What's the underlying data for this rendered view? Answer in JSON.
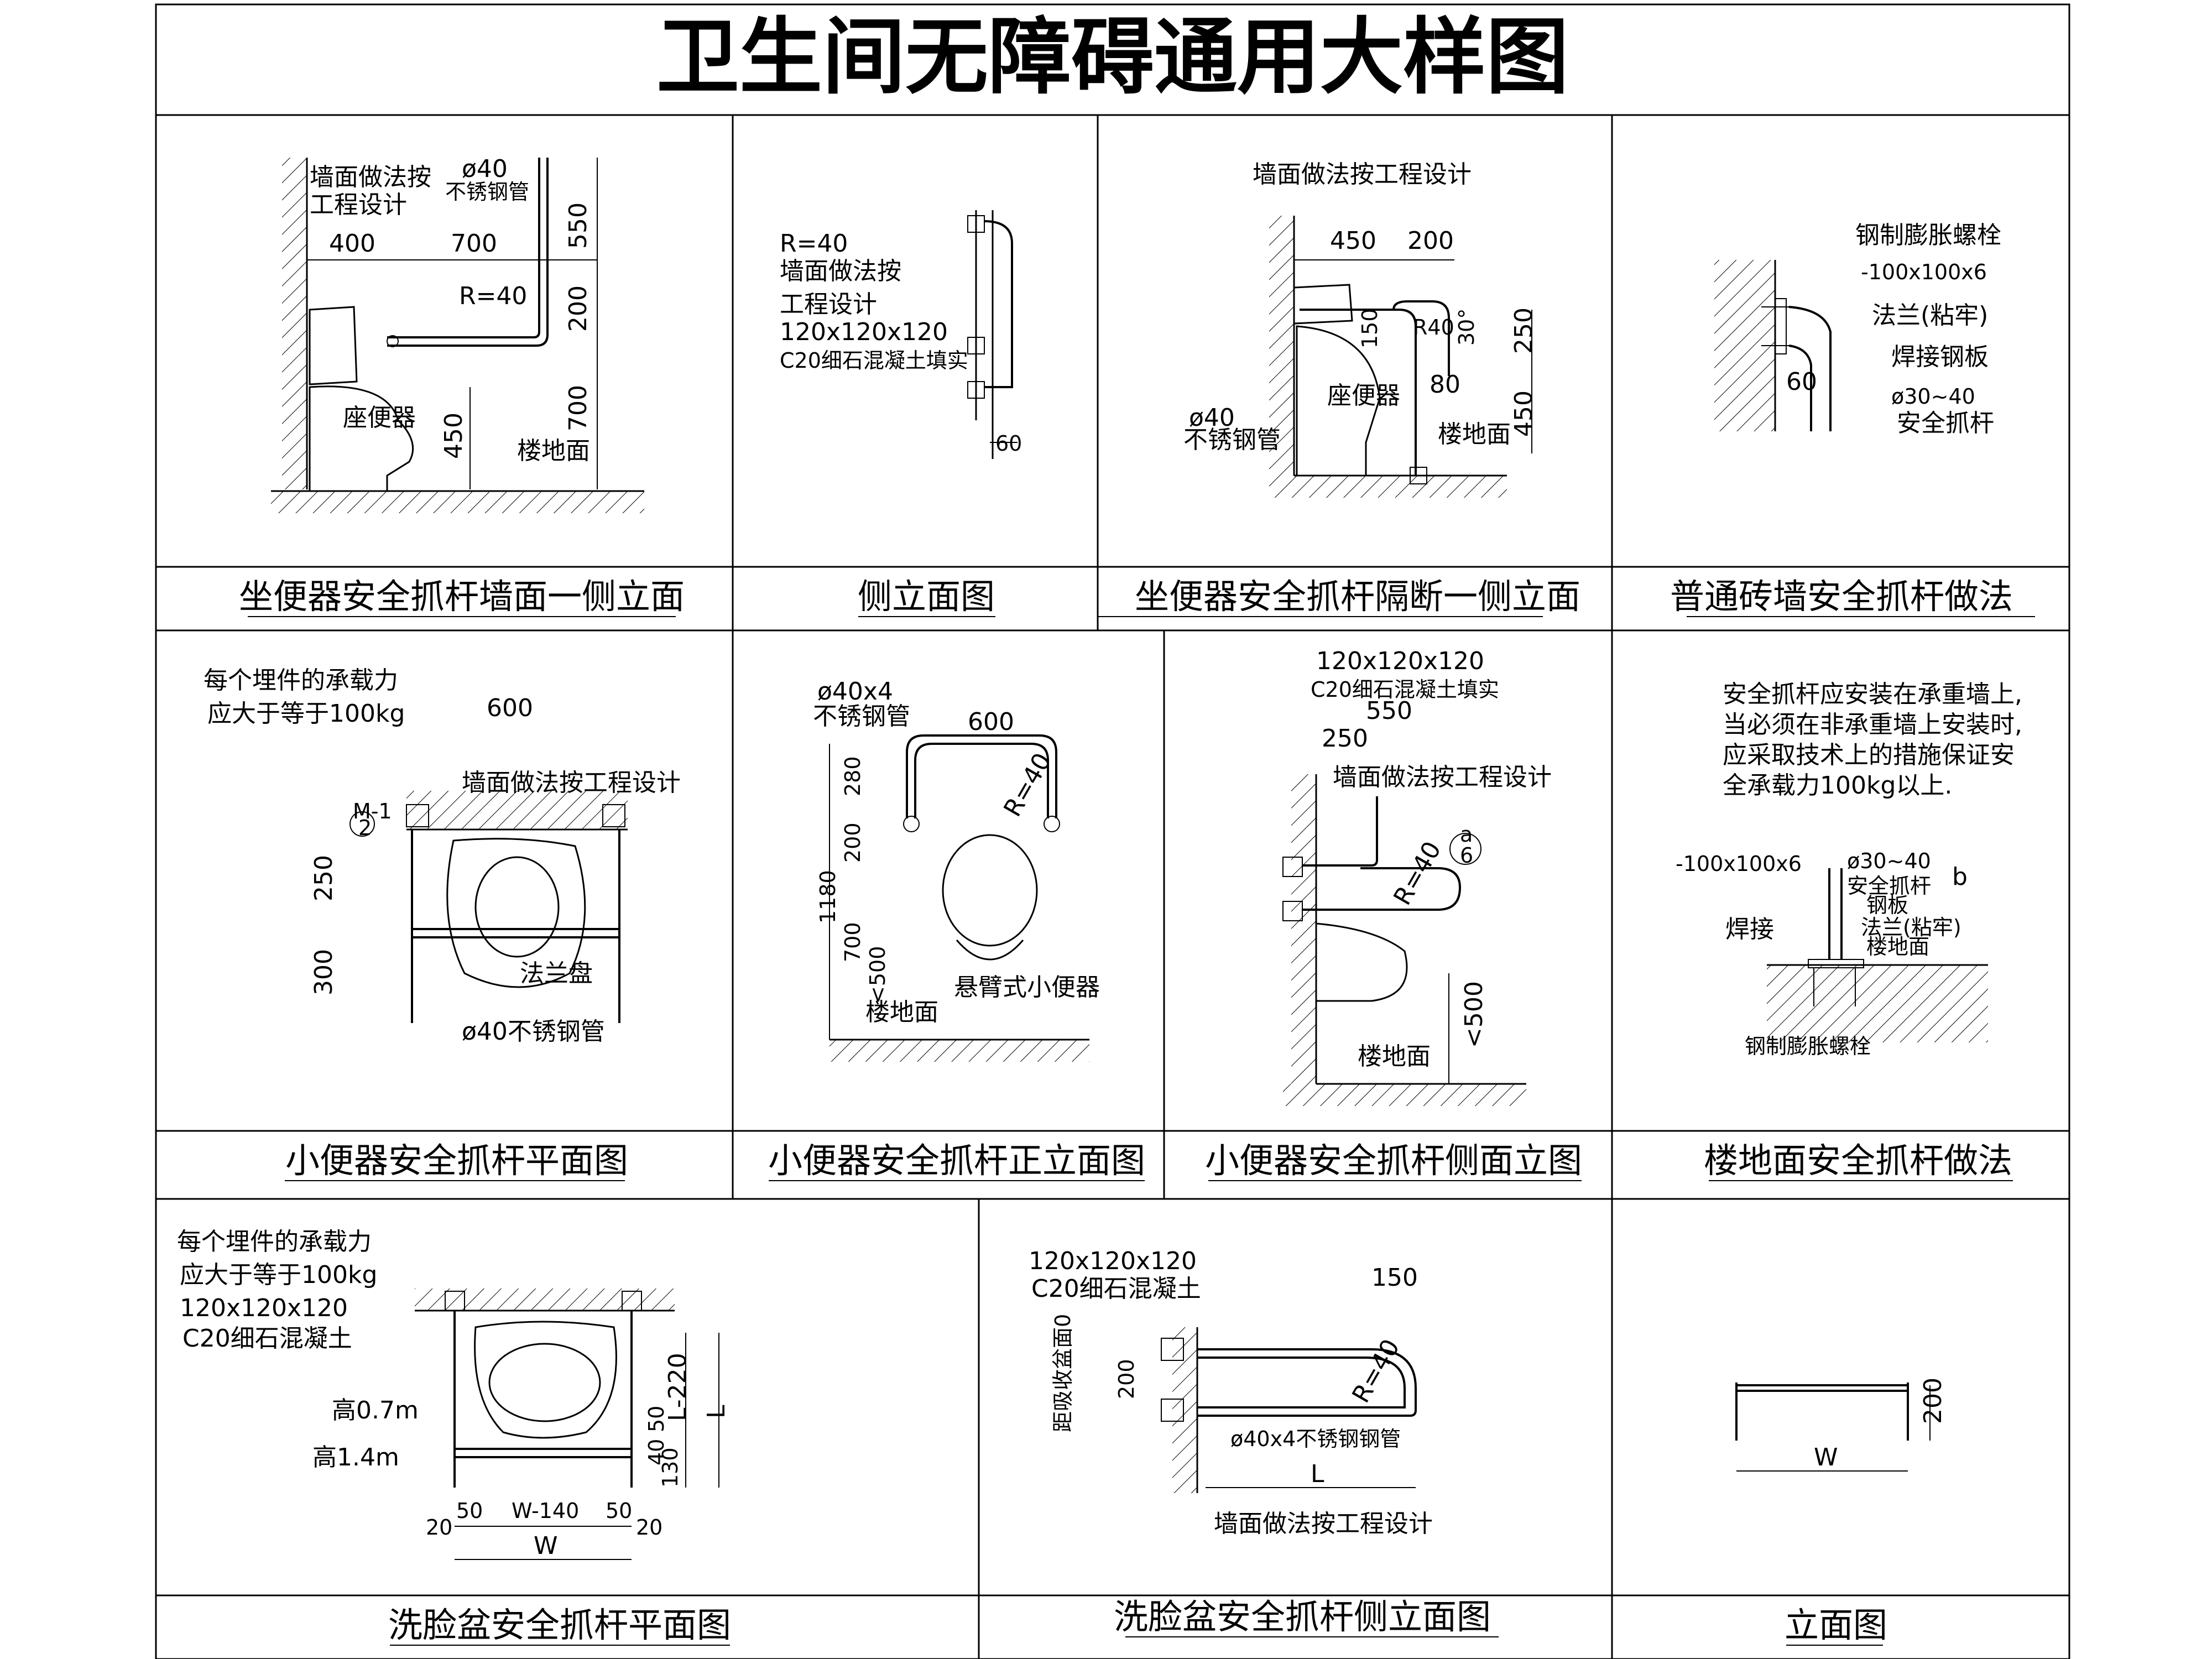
{
  "title": "卫生间无障碍通用大样图",
  "captions": {
    "c1": "坐便器安全抓杆墙面一侧立面",
    "c2": "侧立面图",
    "c3": "坐便器安全抓杆隔断一侧立面",
    "c4": "普通砖墙安全抓杆做法",
    "c5": "小便器安全抓杆平面图",
    "c6": "小便器安全抓杆正立面图",
    "c7": "小便器安全抓杆侧面立图",
    "c8": "楼地面安全抓杆做法",
    "c9": "洗脸盆安全抓杆平面图",
    "c10": "洗脸盆安全抓杆侧立面图",
    "c11": "立面图"
  },
  "p1": {
    "wall1": "墙面做法按",
    "wall2": "工程设计",
    "dia": "ø40",
    "steel": "不锈钢管",
    "d400": "400",
    "d700a": "700",
    "d550": "550",
    "r40": "R=40",
    "d200": "200",
    "seat": "座便器",
    "d450": "450",
    "d700b": "700",
    "floor": "楼地面"
  },
  "p2": {
    "r40": "R=40",
    "w1": "墙面做法按",
    "w2": "工程设计",
    "box": "120x120x120",
    "fill": "C20细石混凝土填实",
    "d60": "60"
  },
  "p3": {
    "wall": "墙面做法按工程设计",
    "d450": "450",
    "d200": "200",
    "d150": "150",
    "r40": "R40",
    "a30": "30°",
    "d250": "250",
    "seat": "座便器",
    "d80": "80",
    "d450b": "450",
    "dia": "ø40",
    "steel": "不锈钢管",
    "floor": "楼地面"
  },
  "p4": {
    "bolt": "钢制膨胀螺栓",
    "plate": "-100x100x6",
    "flange": "法兰(粘牢)",
    "weld": "焊接钢板",
    "d60": "60",
    "dia": "ø30~40",
    "bar": "安全抓杆"
  },
  "p5": {
    "n1": "每个埋件的承载力",
    "n2": "应大于等于100kg",
    "d600": "600",
    "wall": "墙面做法按工程设计",
    "m1": "M-1",
    "m2": "2",
    "d250": "250",
    "d300": "300",
    "flange": "法兰盘",
    "steel": "ø40不锈钢管"
  },
  "p6": {
    "dia": "ø40x4",
    "steel": "不锈钢管",
    "d600": "600",
    "r40": "R=40",
    "d280": "280",
    "d200": "200",
    "d1180": "1180",
    "d700": "700",
    "d500": "<500",
    "floor": "楼地面",
    "uri": "悬臂式小便器"
  },
  "p7": {
    "box": "120x120x120",
    "fill": "C20细石混凝土填实",
    "d550": "550",
    "d250": "250",
    "wall": "墙面做法按工程设计",
    "ca": "a",
    "cb": "6",
    "r40": "R=40",
    "d500": "<500",
    "floor": "楼地面"
  },
  "p8": {
    "l1": "安全抓杆应安装在承重墙上,",
    "l2": "当必须在非承重墙上安装时,",
    "l3": "应采取技术上的措施保证安",
    "l4": "全承载力100kg以上.",
    "plate": "-100x100x6",
    "dia": "ø30~40",
    "bar": "安全抓杆",
    "b": "b",
    "weld": "焊接",
    "steelp": "钢板",
    "flange": "法兰(粘牢)",
    "floor": "楼地面",
    "bolt": "钢制膨胀螺栓"
  },
  "p9": {
    "n1": "每个埋件的承载力",
    "n2": "应大于等于100kg",
    "box": "120x120x120",
    "fill": "C20细石混凝土",
    "h07": "高0.7m",
    "h14": "高1.4m",
    "d50": "50",
    "d40": "40",
    "d130": "130",
    "l220": "L-220",
    "L": "L",
    "d20a": "20",
    "d50a": "50",
    "w140": "W-140",
    "d50b": "50",
    "d20b": "20",
    "W": "W"
  },
  "p10": {
    "box": "120x120x120",
    "fill": "C20细石混凝土",
    "dist": "距吸收盆面0",
    "d200": "200",
    "d150": "150",
    "r40": "R=40",
    "steel": "ø40x4不锈钢钢管",
    "L": "L",
    "wall": "墙面做法按工程设计"
  },
  "p11": {
    "d200": "200",
    "W": "W"
  }
}
